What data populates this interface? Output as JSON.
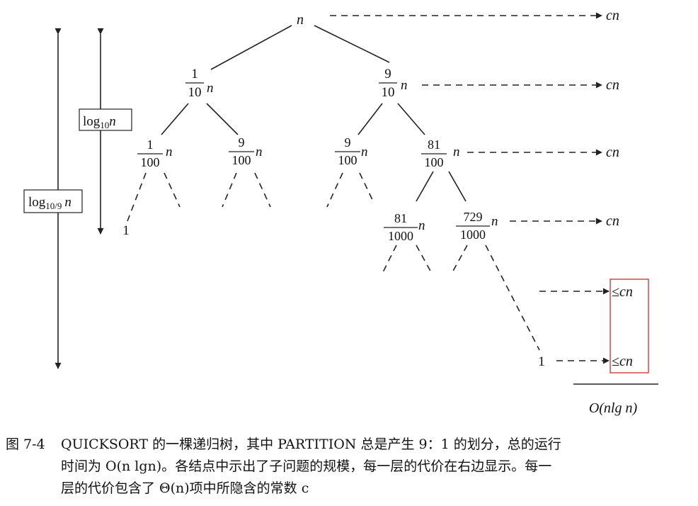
{
  "tree": {
    "root": "n",
    "level1": {
      "left_num": "1",
      "left_den": "10",
      "right_num": "9",
      "right_den": "10",
      "var": "n"
    },
    "level2": [
      {
        "num": "1",
        "den": "100"
      },
      {
        "num": "9",
        "den": "100"
      },
      {
        "num": "9",
        "den": "100"
      },
      {
        "num": "81",
        "den": "100"
      }
    ],
    "level3": [
      {
        "num": "81",
        "den": "1000"
      },
      {
        "num": "729",
        "den": "1000"
      }
    ],
    "leaf_left": "1",
    "leaf_right": "1"
  },
  "costs": {
    "cn": "cn",
    "le_cn": "≤cn",
    "total": "O(nlg n)"
  },
  "heights": {
    "short_label": "log",
    "short_sub": "10",
    "long_label": "log",
    "long_sub": "10/9",
    "var": "n"
  },
  "caption": {
    "number": "图 7-4",
    "line1": "QUICKSORT 的一棵递归树，其中 PARTITION 总是产生 9：1 的划分，总的运行",
    "line2": "时间为 O(n lgn)。各结点中示出了子问题的规模，每一层的代价在右边显示。每一",
    "line3": "层的代价包含了 Θ(n)项中所隐含的常数 c"
  },
  "colors": {
    "highlight_box": "#d23a3a"
  }
}
